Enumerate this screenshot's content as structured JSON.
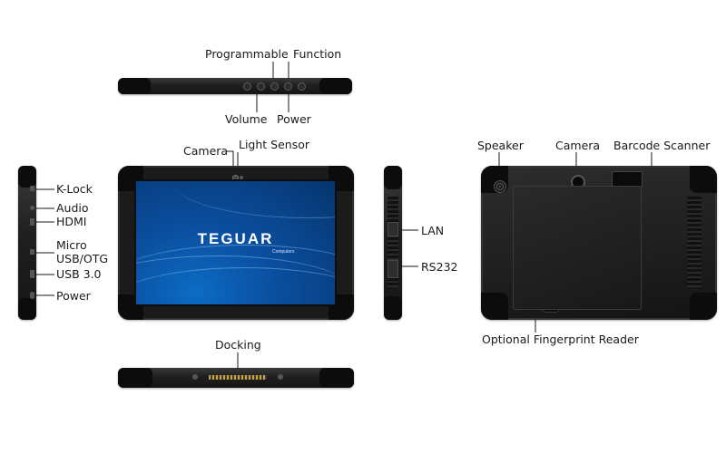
{
  "labels": {
    "programmable": "Programmable",
    "function": "Function",
    "volume": "Volume",
    "power_top": "Power",
    "camera_front": "Camera",
    "light_sensor": "Light Sensor",
    "k_lock": "K-Lock",
    "audio": "Audio",
    "hdmi": "HDMI",
    "micro": "Micro",
    "usb_otg": "USB/OTG",
    "usb3": "USB 3.0",
    "power_side": "Power",
    "lan": "LAN",
    "rs232": "RS232",
    "docking": "Docking",
    "speaker": "Speaker",
    "camera_back": "Camera",
    "barcode_scanner": "Barcode Scanner",
    "fingerprint": "Optional Fingerprint Reader"
  },
  "screen": {
    "logo": "TEGUAR",
    "logo_sub": "Computers"
  },
  "colors": {
    "screen_blue": "#0b4fa0",
    "device_body": "#1f1f1f",
    "bumper": "#0c0c0c",
    "leader_line": "#1a1a1a"
  }
}
